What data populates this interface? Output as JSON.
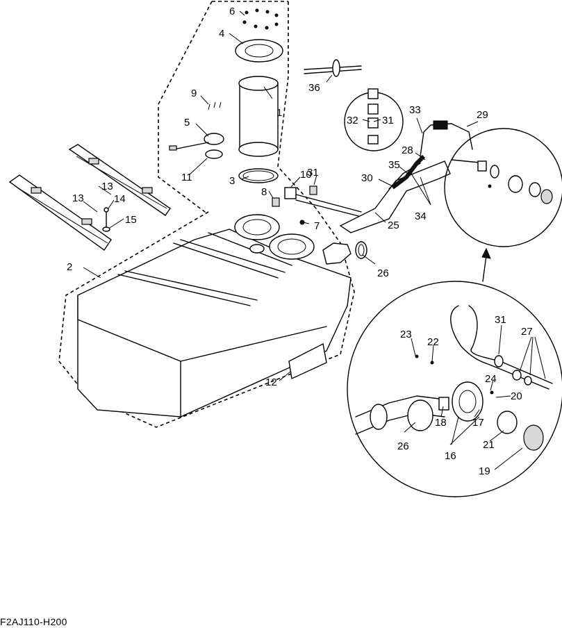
{
  "diagram": {
    "code": "F2AJ110-H200",
    "callouts": {
      "c1": "1",
      "c2": "2",
      "c3": "3",
      "c4": "4",
      "c5": "5",
      "c6": "6",
      "c7": "7",
      "c8": "8",
      "c9": "9",
      "c10": "10",
      "c11": "11",
      "c12": "12",
      "c13a": "13",
      "c13b": "13",
      "c14": "14",
      "c15": "15",
      "c16": "16",
      "c17": "17",
      "c18": "18",
      "c19": "19",
      "c20": "20",
      "c21": "21",
      "c22": "22",
      "c23": "23",
      "c24": "24",
      "c25": "25",
      "c26a": "26",
      "c26b": "26",
      "c27": "27",
      "c28": "28",
      "c29": "29",
      "c30": "30",
      "c31a": "31",
      "c31b": "31",
      "c31c": "31",
      "c32": "32",
      "c33": "33",
      "c34": "34",
      "c35": "35",
      "c36": "36"
    }
  }
}
